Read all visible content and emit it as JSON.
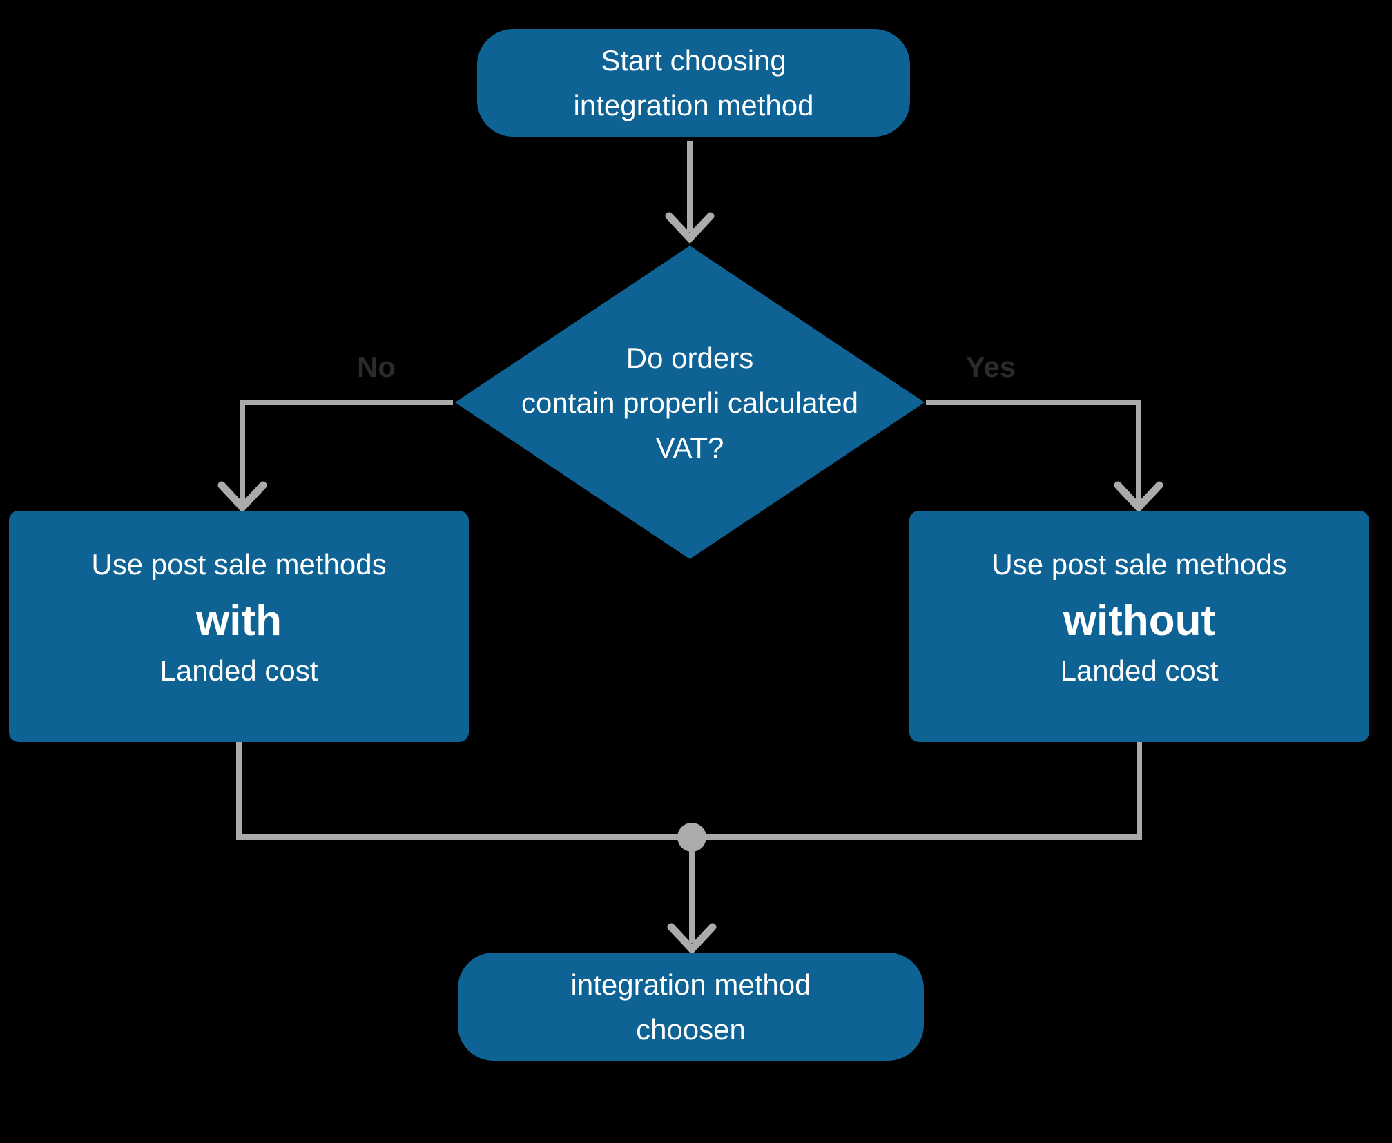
{
  "diagram": {
    "title": "integration method decision flowchart",
    "colors": {
      "background": "#000000",
      "node_fill": "#0e6394",
      "node_text": "#ffffff",
      "connector": "#ababab",
      "branch_label_text": "#2b2b2b"
    },
    "nodes": {
      "start": {
        "line1": "Start choosing",
        "line2": "integration method"
      },
      "decision": {
        "line1": "Do orders",
        "line2": "contain properli calculated",
        "line3": "VAT?"
      },
      "with_landed_cost": {
        "line1": "Use post sale methods",
        "emphasis": "with",
        "line3": "Landed cost"
      },
      "without_landed_cost": {
        "line1": "Use post sale methods",
        "emphasis": "without",
        "line3": "Landed cost"
      },
      "end": {
        "line1": "integration method",
        "line2": "choosen"
      }
    },
    "branch_labels": {
      "no": "No",
      "yes": "Yes"
    }
  }
}
